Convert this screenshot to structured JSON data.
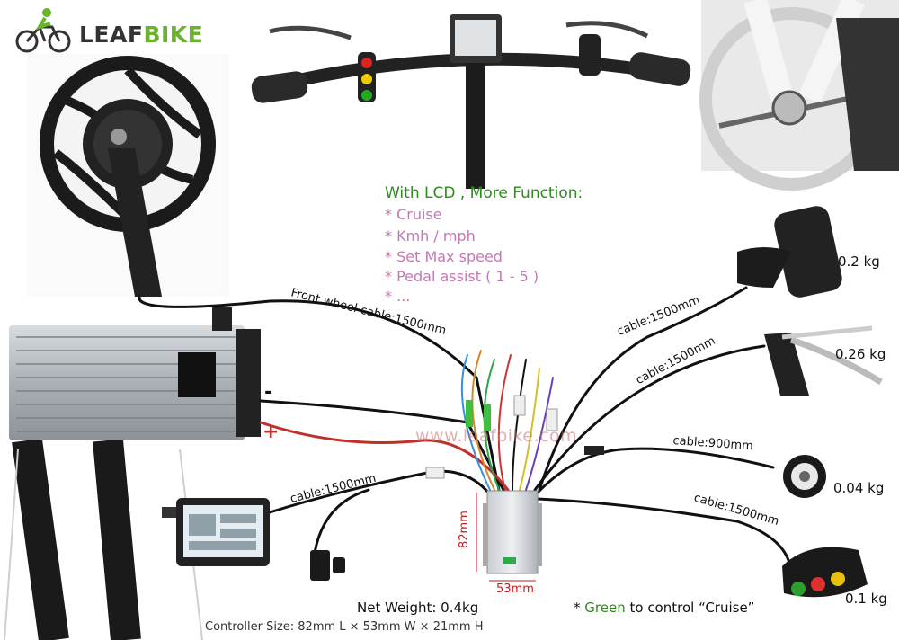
{
  "brand": {
    "name_part1": "LEAF",
    "name_part2": "BIKE"
  },
  "features": {
    "heading": "With LCD , More Function:",
    "items": [
      "* Cruise",
      "* Kmh / mph",
      "* Set Max speed",
      "* Pedal assist ( 1 - 5 )",
      "* ..."
    ]
  },
  "weights": {
    "throttle": "0.2 kg",
    "brake_lever": "0.26 kg",
    "pas_sensor": "0.04 kg",
    "switch": "0.1 kg"
  },
  "cables": {
    "front_wheel": "Front wheel cable:1500mm",
    "throttle": "cable:1500mm",
    "brake": "cable:1500mm",
    "pas": "cable:900mm",
    "switch": "cable:1500mm",
    "lcd": "cable:1500mm"
  },
  "battery": {
    "minus": "-",
    "plus": "+"
  },
  "watermark": "www.leafbike.com",
  "controller": {
    "height_label": "82mm",
    "width_label": "53mm",
    "net_weight": "Net Weight: 0.4kg",
    "size": "Controller Size: 82mm L × 53mm W × 21mm H"
  },
  "note": {
    "prefix": "* ",
    "green_word": "Green",
    "suffix": " to control “Cruise”"
  },
  "colors": {
    "brand_green": "#6ab42d",
    "feature_pink": "#c478b3",
    "heading_green": "#2e8b1e",
    "dimension_red": "#cc1a1a"
  }
}
